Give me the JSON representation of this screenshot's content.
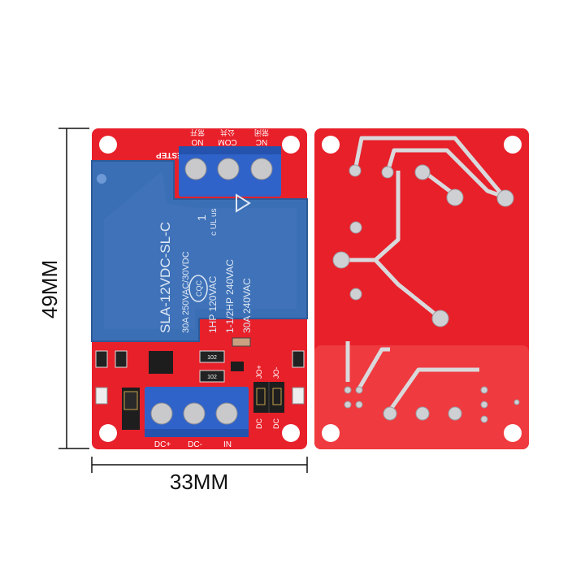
{
  "dimensions": {
    "height_label": "49MM",
    "width_label": "33MM"
  },
  "front_board": {
    "brand": "BESTEP",
    "output_terminals": [
      "NO",
      "COM",
      "NC"
    ],
    "output_terminals_cn": [
      "常开",
      "公共",
      "常闭"
    ],
    "input_terminals": [
      "DC+",
      "DC-",
      "IN"
    ],
    "jumper_labels": [
      "JO+",
      "JO-"
    ],
    "jumper_dc_labels": [
      "DC",
      "DC"
    ],
    "resistor_codes": [
      "102",
      "102"
    ],
    "relay": {
      "model": "SLA-12VDC-SL-C",
      "rating_1": "30A  250VAC/30VDC",
      "rating_2": "1HP 120VAC",
      "rating_3": "1-1/2HP 240VAC",
      "rating_4": "30A  240VAC",
      "cert": "CQC",
      "ul_mark": "c UL us",
      "ul_num": "1"
    }
  },
  "colors": {
    "pcb": "#e8202a",
    "pcb_light": "#ef3a3f",
    "relay": "#3a6fb5",
    "terminal": "#2f63c9",
    "trace": "#d9d9dc"
  }
}
